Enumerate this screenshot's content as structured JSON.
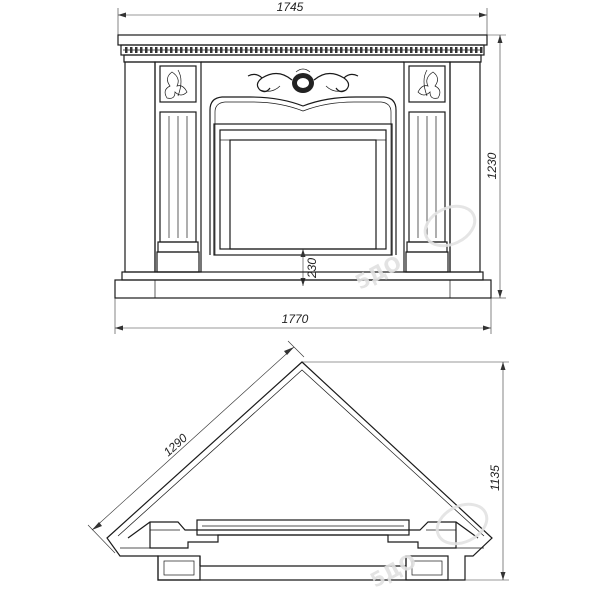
{
  "front_view": {
    "width_top_label": "1745",
    "width_bottom_label": "1770",
    "height_label": "1230",
    "firebox_offset_label": "230"
  },
  "corner_view": {
    "diagonal_label": "1290",
    "depth_label": "1135"
  },
  "watermark": {
    "text": "5ДО",
    "color": "#dcdcdc"
  },
  "colors": {
    "line": "#1a1a1a",
    "background": "#ffffff"
  }
}
